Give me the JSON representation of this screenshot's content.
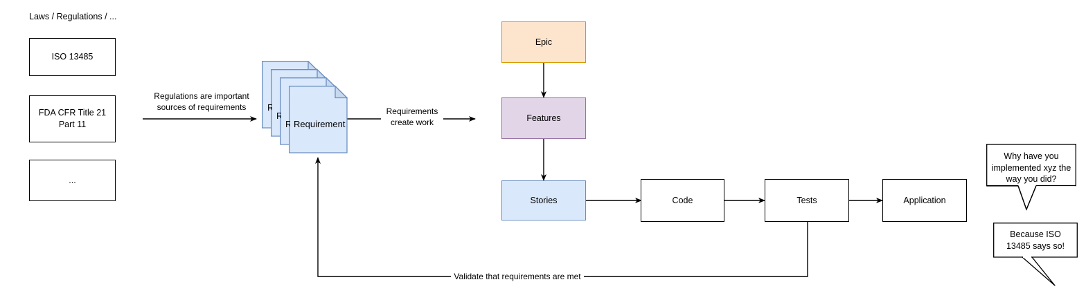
{
  "diagram": {
    "title_label": "Laws / Regulations / ...",
    "colors": {
      "epic_fill": "#fce4cd",
      "epic_stroke": "#d79b00",
      "features_fill": "#e1d5e7",
      "features_stroke": "#9673a6",
      "stories_fill": "#dae8fc",
      "stories_stroke": "#6c8ebf",
      "document_fill": "#dae8fc",
      "document_stroke": "#6c8ebf",
      "default_stroke": "#000000",
      "default_fill": "#ffffff",
      "edge_stroke": "#000000"
    },
    "regulation_boxes": [
      {
        "label": "ISO 13485"
      },
      {
        "label": "FDA CFR Title 21\nPart 11"
      },
      {
        "label": "..."
      }
    ],
    "document_stack": {
      "label": "Requirement",
      "pages": 4,
      "page_labels": [
        "Requirement",
        "Requirement",
        "Requirement",
        "Requirement"
      ]
    },
    "work_nodes": [
      {
        "key": "epic",
        "label": "Epic"
      },
      {
        "key": "features",
        "label": "Features"
      },
      {
        "key": "stories",
        "label": "Stories"
      },
      {
        "key": "code",
        "label": "Code"
      },
      {
        "key": "tests",
        "label": "Tests"
      },
      {
        "key": "application",
        "label": "Application"
      }
    ],
    "edge_labels": [
      {
        "key": "regulations-source",
        "text": "Regulations are important\nsources of requirements"
      },
      {
        "key": "requirements-create-work",
        "text": "Requirements\ncreate work"
      },
      {
        "key": "validate-loop",
        "text": "Validate that requirements are met"
      }
    ],
    "callouts": [
      {
        "key": "question",
        "text": "Why have you implemented xyz the way you did?"
      },
      {
        "key": "answer",
        "text": "Because ISO 13485 says so!"
      }
    ]
  }
}
